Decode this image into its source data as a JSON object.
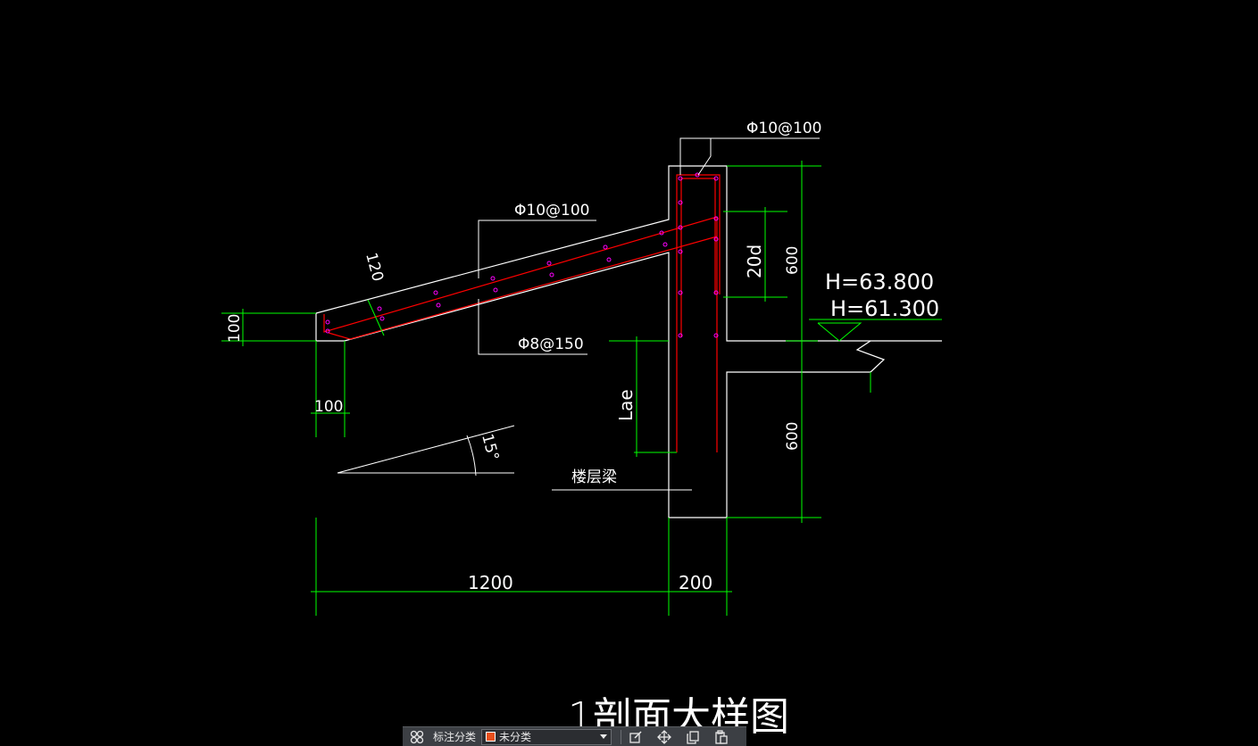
{
  "drawing": {
    "title": "1剖面大样图",
    "rebar_top_right": "Φ10@100",
    "rebar_slab_top": "Φ10@100",
    "rebar_slab_bottom": "Φ8@150",
    "slab_thickness": "120",
    "edge_height": "100",
    "edge_width": "100",
    "anchor_length": "20d",
    "beam_top_height": "600",
    "beam_bottom_height": "600",
    "elevation_top": "H=63.800",
    "elevation_bottom": "H=61.300",
    "lae_label": "Lae",
    "angle_label": "15°",
    "beam_label": "楼层梁",
    "dim_span": "1200",
    "dim_beam_width": "200"
  },
  "toolbar": {
    "category_label": "标注分类",
    "category_value": "未分类",
    "swatch_color": "#e8501d",
    "icons": [
      "grid-icon",
      "edit-icon",
      "move-icon",
      "copy-icon",
      "paste-icon"
    ]
  },
  "colors": {
    "outline": "#ffffff",
    "dimension": "#00ff00",
    "rebar": "#ff0000",
    "rebar_dot": "#ff00ff",
    "background": "#000000"
  }
}
